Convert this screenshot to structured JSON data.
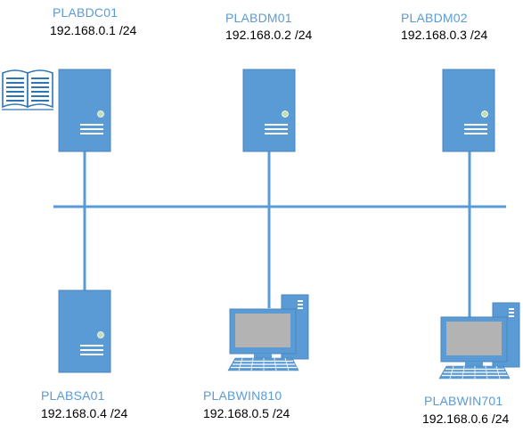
{
  "colors": {
    "device_fill": "#5b9bd5",
    "device_stroke": "#4a86c0",
    "hostname_text": "#5b9bd5",
    "ip_text": "#000000",
    "network_line": "#5b9bd5",
    "screen_fill": "#b3b3b3",
    "led": "#c5e0b4"
  },
  "icons": {
    "server": "server-tower-icon",
    "workstation": "desktop-computer-icon",
    "directory": "open-book-icon"
  },
  "nodes": [
    {
      "hostname": "PLABDC01",
      "ip": "192.168.0.1 /24",
      "type": "server"
    },
    {
      "hostname": "PLABDM01",
      "ip": "192.168.0.2 /24",
      "type": "server"
    },
    {
      "hostname": "PLABDM02",
      "ip": "192.168.0.3 /24",
      "type": "server"
    },
    {
      "hostname": "PLABSA01",
      "ip": "192.168.0.4 /24",
      "type": "server"
    },
    {
      "hostname": "PLABWIN810",
      "ip": "192.168.0.5 /24",
      "type": "workstation"
    },
    {
      "hostname": "PLABWIN701",
      "ip": "192.168.0.6 /24",
      "type": "workstation"
    }
  ]
}
